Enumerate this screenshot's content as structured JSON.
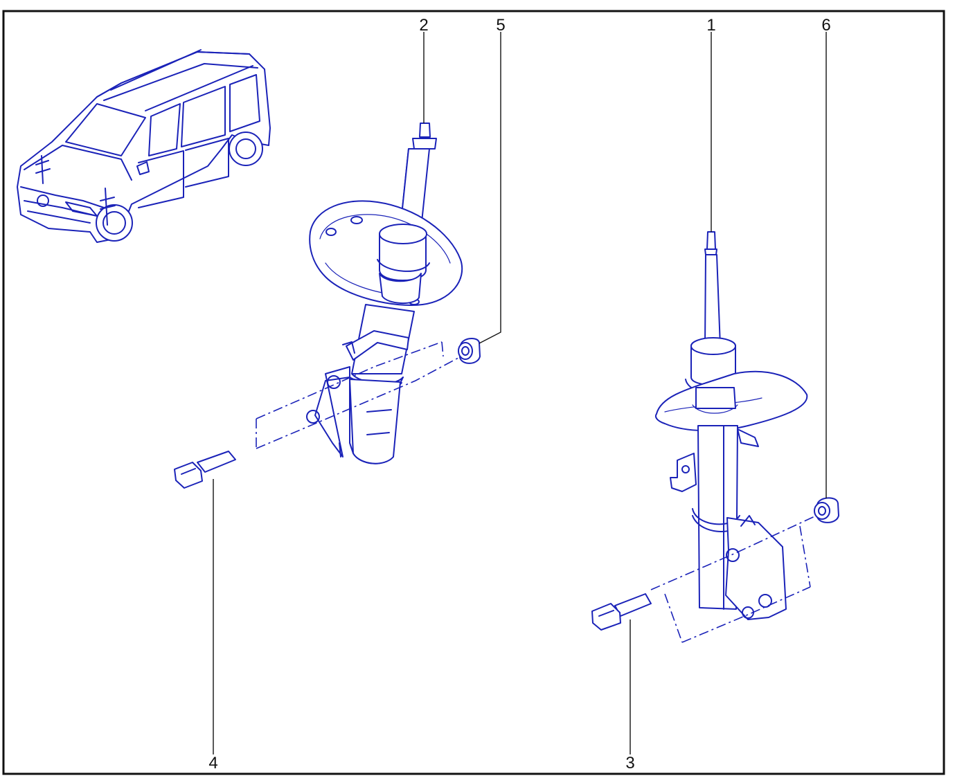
{
  "diagram": {
    "colors": {
      "frame": "#111111",
      "line_art": "#1a22b8",
      "background": "#ffffff"
    },
    "callouts": [
      {
        "id": "1",
        "label": "1"
      },
      {
        "id": "2",
        "label": "2"
      },
      {
        "id": "3",
        "label": "3"
      },
      {
        "id": "4",
        "label": "4"
      },
      {
        "id": "5",
        "label": "5"
      },
      {
        "id": "6",
        "label": "6"
      }
    ]
  }
}
